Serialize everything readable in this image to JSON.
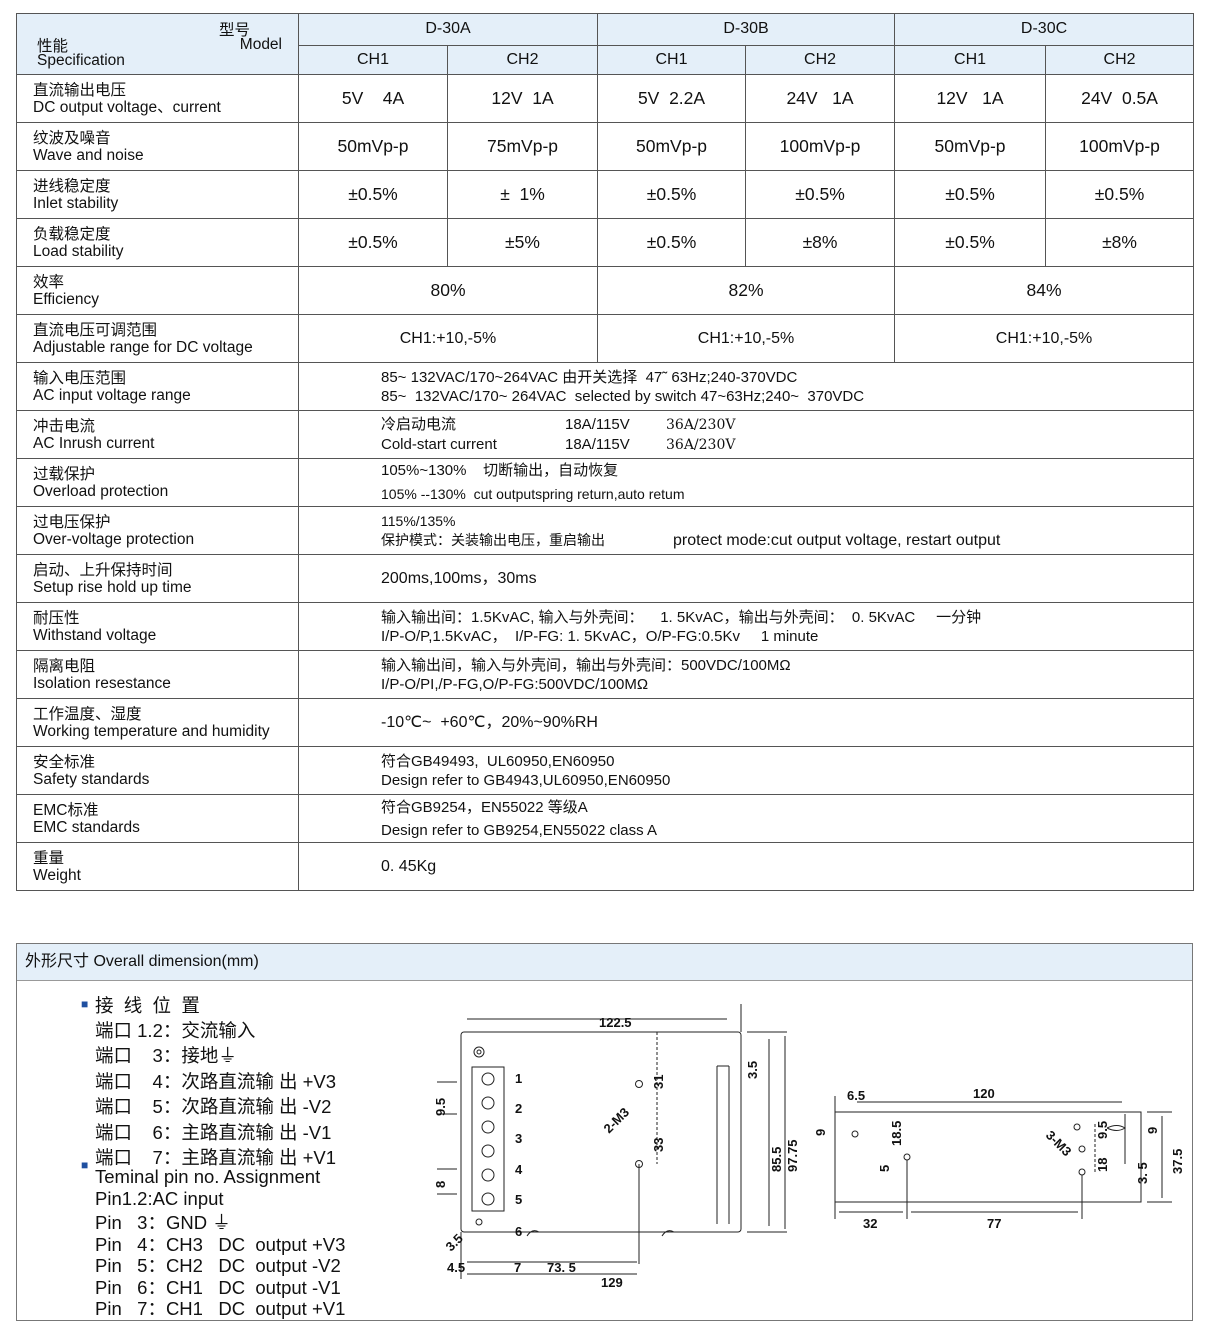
{
  "header": {
    "corner_cn": "性能",
    "corner_en": "Specification",
    "model_cn": "型号",
    "model_en": "Model",
    "models": [
      "D-30A",
      "D-30B",
      "D-30C"
    ],
    "channels": [
      "CH1",
      "CH2",
      "CH1",
      "CH2",
      "CH1",
      "CH2"
    ]
  },
  "rows": {
    "dc_output": {
      "cn": "直流输出电压",
      "en": "DC output voltage、current",
      "values": [
        "5V    4A",
        "12V  1A",
        "5V  2.2A",
        "24V   1A",
        "12V   1A",
        "24V  0.5A"
      ]
    },
    "ripple": {
      "cn": "纹波及噪音",
      "en": "Wave and noise",
      "values": [
        "50mVp-p",
        "75mVp-p",
        "50mVp-p",
        "100mVp-p",
        "50mVp-p",
        "100mVp-p"
      ]
    },
    "inlet": {
      "cn": "进线稳定度",
      "en": "Inlet stability",
      "values": [
        "±0.5%",
        "±  1%",
        "±0.5%",
        "±0.5%",
        "±0.5%",
        "±0.5%"
      ]
    },
    "load": {
      "cn": "负载稳定度",
      "en": "Load stability",
      "values": [
        "±0.5%",
        "±5%",
        "±0.5%",
        "±8%",
        "±0.5%",
        "±8%"
      ]
    },
    "efficiency": {
      "cn": "效率",
      "en": "Efficiency",
      "values": [
        "80%",
        "82%",
        "84%"
      ]
    },
    "adjust": {
      "cn": "直流电压可调范围",
      "en": "Adjustable range for DC voltage",
      "values": [
        "CH1:+10,-5%",
        "CH1:+10,-5%",
        "CH1:+10,-5%"
      ]
    },
    "ac_input": {
      "cn": "输入电压范围",
      "en": "AC input voltage range",
      "line1": "85~ 132VAC/170~264VAC 由开关选择  47˜ 63Hz;240-370VDC",
      "line2": "85~  132VAC/170~ 264VAC  selected by switch 47~63Hz;240~  370VDC"
    },
    "inrush": {
      "cn": "冲击电流",
      "en": "AC Inrush current",
      "line1a": "冷启动电流",
      "line1b": "18A/115V",
      "line1c": "36A/230V",
      "line2a": "Cold-start current",
      "line2b": "18A/115V",
      "line2c": "36A/230V"
    },
    "overload": {
      "cn": "过载保护",
      "en": "Overload protection",
      "line1": "105%~130%    切断输出，自动恢复",
      "line2": "105% --130%  cut outputspring return,auto retum"
    },
    "overvoltage": {
      "cn": "过电压保护",
      "en": "Over-voltage protection",
      "line1": "115%/135%",
      "line2a": "保护模式：关装输出电压，重启输出",
      "line2b": "protect mode:cut output voltage, restart output"
    },
    "setup": {
      "cn": "启动、上升保持时间",
      "en": "Setup rise hold up time",
      "line1": "200ms,100ms，30ms"
    },
    "withstand": {
      "cn": "耐压性",
      "en": "Withstand voltage",
      "line1": "输入输出间：1.5KvAC, 输入与外壳间：    1. 5KvAC，输出与外壳间：  0. 5KvAC     一分钟",
      "line2": "I/P-O/P,1.5KvAC，  I/P-FG: 1. 5KvAC，O/P-FG:0.5Kv     1 minute"
    },
    "isolation": {
      "cn": "隔离电阻",
      "en": "Isolation resestance",
      "line1": "输入输出间，输入与外壳间，输出与外壳间：500VDC/100MΩ",
      "line2": "I/P-O/PI,/P-FG,O/P-FG:500VDC/100MΩ"
    },
    "temperature": {
      "cn": "工作温度、湿度",
      "en": "Working temperature and humidity",
      "line1": "-10℃~  +60℃，20%~90%RH"
    },
    "safety": {
      "cn": "安全标准",
      "en": "Safety standards",
      "line1": "符合GB49493,  UL60950,EN60950",
      "line2": "Design refer to GB4943,UL60950,EN60950"
    },
    "emc": {
      "cn": "EMC标准",
      "en": "EMC standards",
      "line1": "符合GB9254，EN55022 等级A",
      "line2": "Design refer to GB9254,EN55022 class A"
    },
    "weight": {
      "cn": "重量",
      "en": "Weight",
      "line1": "0. 45Kg"
    }
  },
  "dimension": {
    "title": "外形尺寸  Overall dimension(mm)",
    "pins_cn": [
      "接  线  位  置",
      "端口 1.2：交流输入",
      "端口    3：接地⏚",
      "端口    4：次路直流输 出 +V3",
      "端口    5：次路直流输 出 -V2",
      "端口    6：主路直流输 出 -V1",
      "端口    7：主路直流输 出 +V1"
    ],
    "pins_en": [
      "Teminal pin no. Assignment",
      "Pin1.2:AC input",
      "Pin   3：GND ⏚",
      "Pin   4：CH3   DC  output +V3",
      "Pin   5：CH2   DC  output -V2",
      "Pin   6：CH1   DC  output -V1",
      "Pin   7：CH1   DC  output +V1"
    ],
    "front": {
      "dims": [
        "122.5",
        "3.5",
        "31",
        "33",
        "85.5",
        "97.75",
        "9.5",
        "8",
        "3.5",
        "4.5",
        "7",
        "73. 5",
        "129"
      ],
      "hole_label": "2-M3",
      "terminals": [
        "1",
        "2",
        "3",
        "4",
        "5",
        "6"
      ]
    },
    "side": {
      "dims": [
        "6.5",
        "120",
        "9",
        "18.5",
        "5",
        "9.5",
        "9",
        "18",
        "3. 5",
        "37.5",
        "32",
        "77"
      ],
      "hole_label": "3-M3"
    }
  }
}
